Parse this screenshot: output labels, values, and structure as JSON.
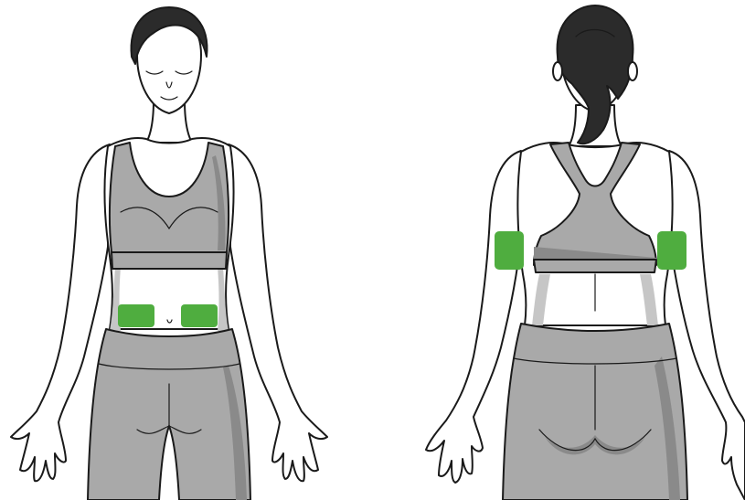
{
  "colors": {
    "background": "#ffffff",
    "skin": "#ffffff",
    "outline": "#1a1a1a",
    "hair": "#2b2b2b",
    "garment": "#a9a9a9",
    "garment_dark": "#8a8a8a",
    "garment_shadow": "#c8c8c8",
    "site": "#4fad3f"
  },
  "figures": [
    {
      "view": "front",
      "sites": [
        "abdomen-left",
        "abdomen-right"
      ]
    },
    {
      "view": "back",
      "sites": [
        "upper-arm-left",
        "upper-arm-right"
      ]
    }
  ]
}
